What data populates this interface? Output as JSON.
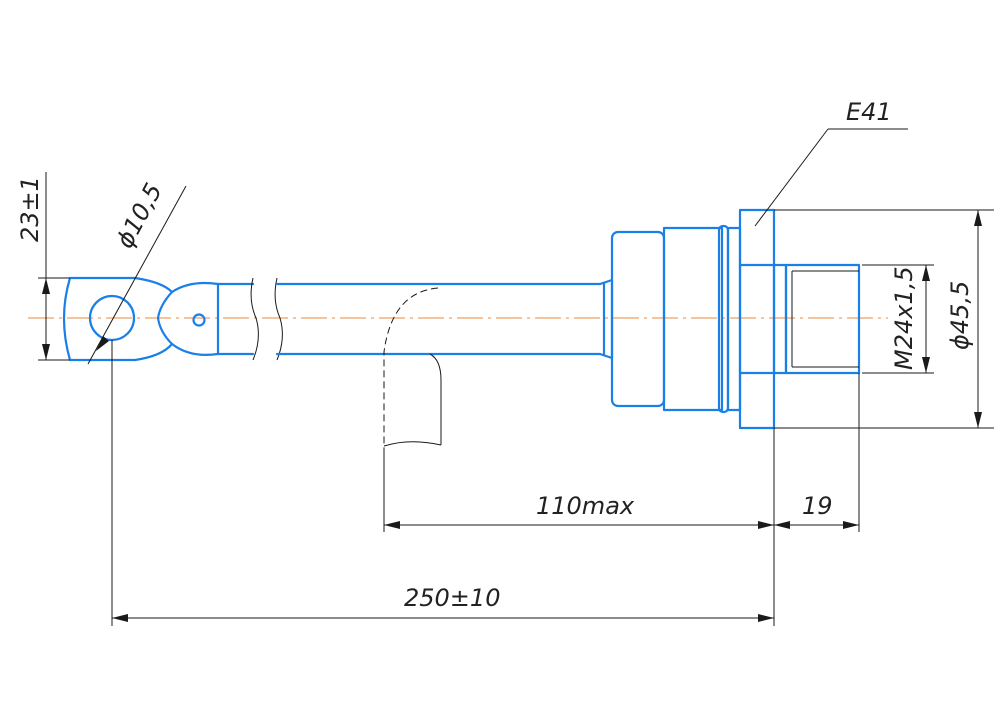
{
  "colors": {
    "part_outline": "#1a7fe6",
    "dimension_lines": "#1a1a1a",
    "center_line": "#f0a060",
    "background": "#ffffff"
  },
  "labels": {
    "marking": "E41",
    "lug_height": "23±1",
    "hole_diameter": "ϕ10,5",
    "thread": "M24x1,5",
    "body_diameter": "ϕ45,5",
    "flex_length": "110max",
    "thread_length": "19",
    "total_length": "250±10"
  }
}
